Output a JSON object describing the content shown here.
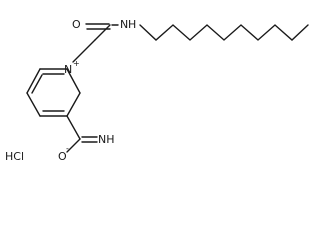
{
  "molecule": {
    "atoms": {
      "carbonyl_oxygen": "O",
      "amide_nh": "N",
      "amide_h": "H",
      "ring_nitrogen": "N",
      "ring_charge": "+",
      "enol_oxygen": "O",
      "oxygen_charge": "-",
      "imine_nh": "NH",
      "salt": "HCl"
    }
  }
}
